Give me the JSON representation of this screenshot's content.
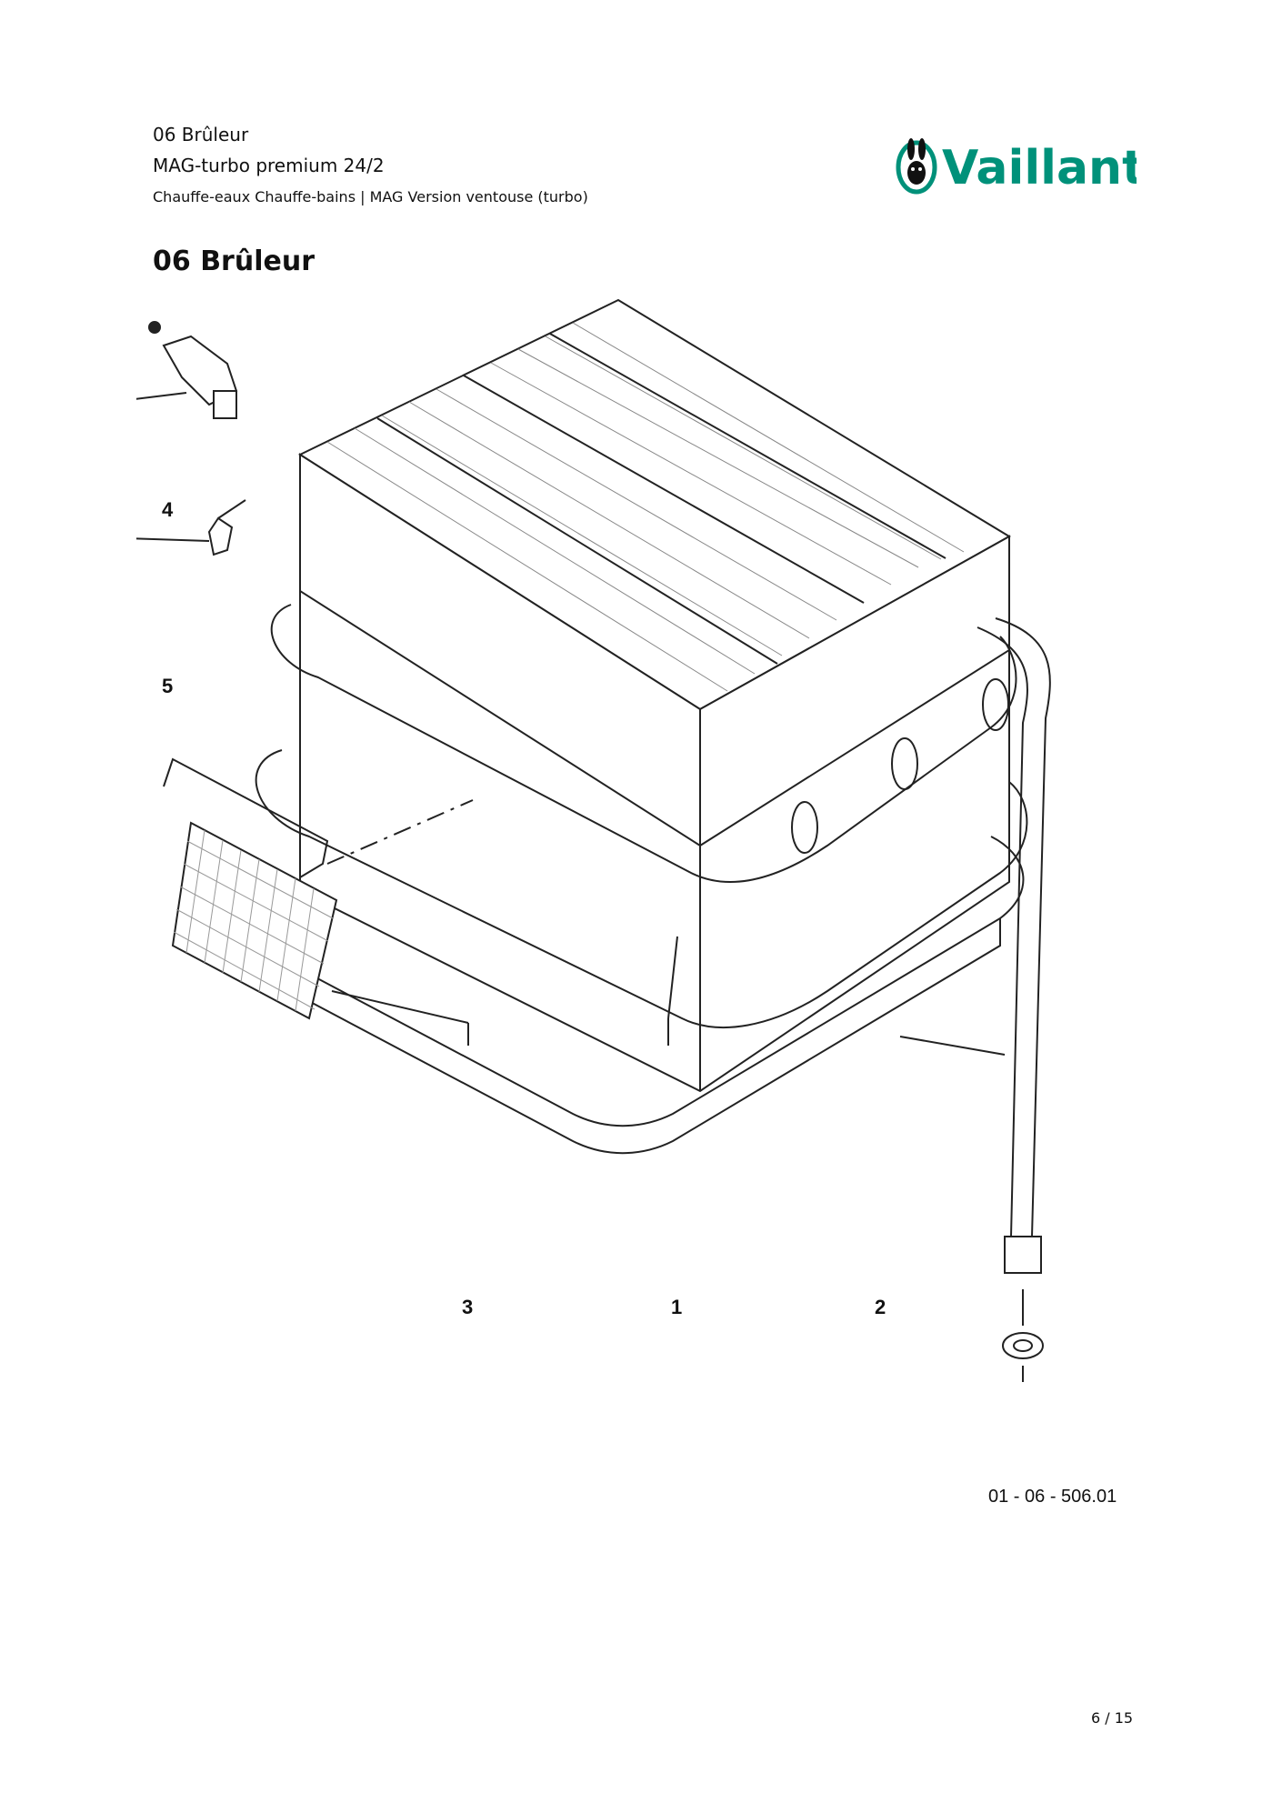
{
  "header": {
    "line1": "06 Brûleur",
    "line2": "MAG-turbo premium 24/2",
    "line3": "Chauffe-eaux Chauffe-bains | MAG Version ventouse (turbo)"
  },
  "brand": {
    "name": "Vaillant",
    "color": "#00917a"
  },
  "section_title": "06 Brûleur",
  "callouts": [
    "1",
    "2",
    "3",
    "4",
    "5"
  ],
  "drawing_code": "01 - 06 - 506.01",
  "page_number": "6 / 15"
}
